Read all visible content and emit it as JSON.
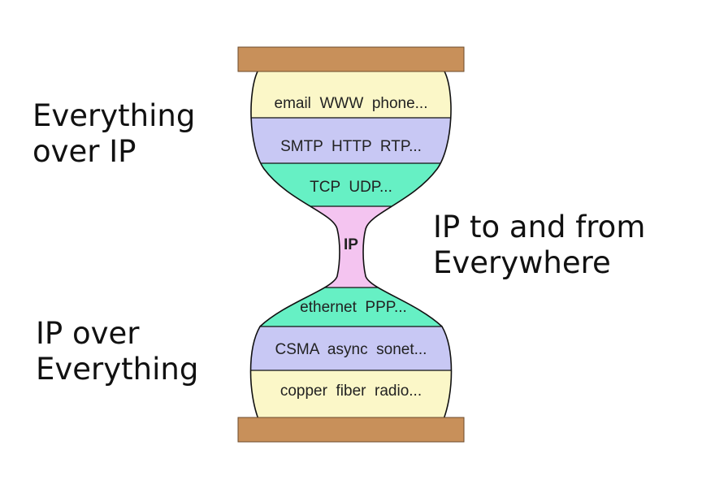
{
  "diagram": {
    "layers": [
      {
        "id": "applications",
        "text": "email  WWW  phone...",
        "color": "#fbf7c8"
      },
      {
        "id": "app-protocols",
        "text": "SMTP  HTTP  RTP...",
        "color": "#c8c8f4"
      },
      {
        "id": "transport",
        "text": "TCP  UDP...",
        "color": "#66f0c4"
      },
      {
        "id": "network",
        "text": "IP",
        "color": "#f4c4f0"
      },
      {
        "id": "link",
        "text": "ethernet  PPP...",
        "color": "#66f0c4"
      },
      {
        "id": "mac",
        "text": "CSMA  async  sonet...",
        "color": "#c8c8f4"
      },
      {
        "id": "physical",
        "text": "copper  fiber  radio...",
        "color": "#fbf7c8"
      }
    ],
    "caps_color": "#c8905a",
    "outline_color": "#111111"
  },
  "labels": {
    "left_top": [
      "Everything",
      "over IP"
    ],
    "right": [
      "IP to and from",
      "Everywhere"
    ],
    "left_bottom": [
      "IP over",
      "Everything"
    ]
  }
}
